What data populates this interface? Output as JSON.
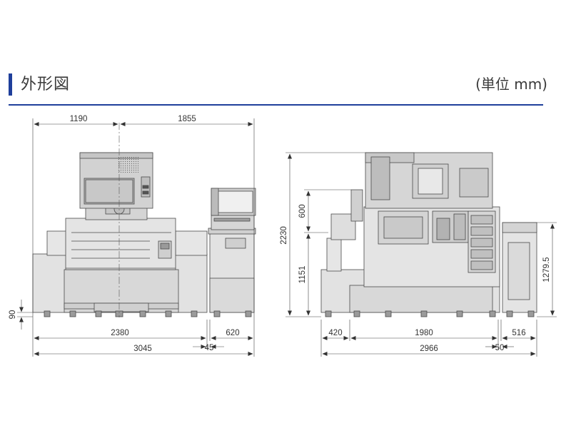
{
  "header": {
    "title": "外形図",
    "unit": "(単位 mm)",
    "accent_color": "#1f3f9b"
  },
  "dimensions": {
    "front": {
      "top_left": "1190",
      "top_right": "1855",
      "left_foot": "90",
      "bottom_main": "2380",
      "bottom_right": "620",
      "bottom_gap": "45",
      "bottom_total": "3045"
    },
    "side": {
      "height_total": "2230",
      "height_top": "600",
      "height_lower": "1151",
      "height_right": "1279.5",
      "bottom_left": "420",
      "bottom_main": "1980",
      "bottom_right": "516",
      "bottom_gap": "50",
      "bottom_total": "2966"
    }
  }
}
